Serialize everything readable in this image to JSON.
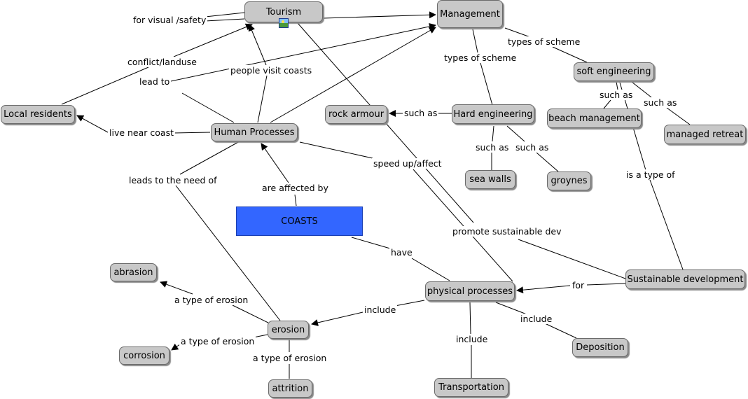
{
  "nodes": {
    "tourism": "Tourism",
    "management": "Management",
    "local_residents": "Local residents",
    "human_processes": "Human Processes",
    "rock_armour": "rock armour",
    "hard_engineering": "Hard engineering",
    "soft_engineering": "soft engineering",
    "beach_management": "beach management",
    "managed_retreat": "managed retreat",
    "sea_walls": "sea walls",
    "groynes": "groynes",
    "coasts": "COASTS",
    "abrasion": "abrasion",
    "erosion": "erosion",
    "corrosion": "corrosion",
    "attrition": "attrition",
    "physical_processes": "physical processes",
    "sustainable_development": "Sustainable development",
    "deposition": "Deposition",
    "transportation": "Transportation"
  },
  "links": {
    "for_visual_safety": "for visual /safety",
    "conflict_landuse": "conflict/landuse",
    "lead_to": "lead to",
    "people_visit_coasts": "people visit coasts",
    "live_near_coast": "live near coast",
    "types_of_scheme_1": "types of scheme",
    "types_of_scheme_2": "types of scheme",
    "such_as_rock": "such as",
    "such_as_seawalls": "such as",
    "such_as_groynes": "such as",
    "such_as_beach": "such as",
    "such_as_retreat": "such as",
    "speed_up_affect": "speed up/affect",
    "leads_to_the_need_of": "leads to the need of",
    "are_affected_by": "are affected by",
    "is_a_type_of": "is a type of",
    "promote_sustainable_dev": "promote sustainable dev",
    "have": "have",
    "for": "for",
    "include_erosion": "include",
    "include_deposition": "include",
    "include_transport": "include",
    "a_type_of_erosion_1": "a type of erosion",
    "a_type_of_erosion_2": "a type of erosion",
    "a_type_of_erosion_3": "a type of erosion"
  },
  "icons": {
    "tourism_attachment": "image-icon"
  },
  "colors": {
    "node_fill": "#c8c8c8",
    "core_fill": "#3366ff",
    "line": "#000000"
  }
}
